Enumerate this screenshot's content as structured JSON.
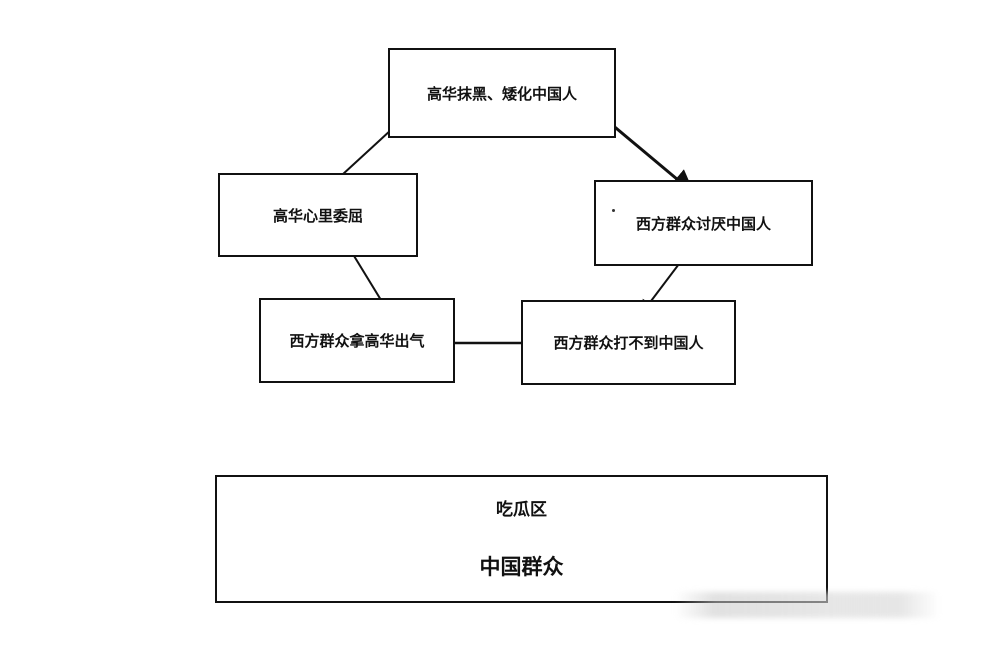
{
  "diagram": {
    "nodes": [
      {
        "id": "n1",
        "label": "高华抹黑、矮化中国人"
      },
      {
        "id": "n2",
        "label": "西方群众讨厌中国人"
      },
      {
        "id": "n3",
        "label": "西方群众打不到中国人"
      },
      {
        "id": "n4",
        "label": "西方群众拿高华出气"
      },
      {
        "id": "n5",
        "label": "高华心里委屈"
      }
    ],
    "edges": [
      {
        "from": "n1",
        "to": "n2"
      },
      {
        "from": "n2",
        "to": "n3"
      },
      {
        "from": "n3",
        "to": "n4"
      },
      {
        "from": "n4",
        "to": "n5"
      },
      {
        "from": "n5",
        "to": "n1"
      }
    ]
  },
  "zone": {
    "title": "吃瓜区",
    "subtitle": "中国群众"
  },
  "colors": {
    "stroke": "#111111",
    "background": "#ffffff"
  }
}
